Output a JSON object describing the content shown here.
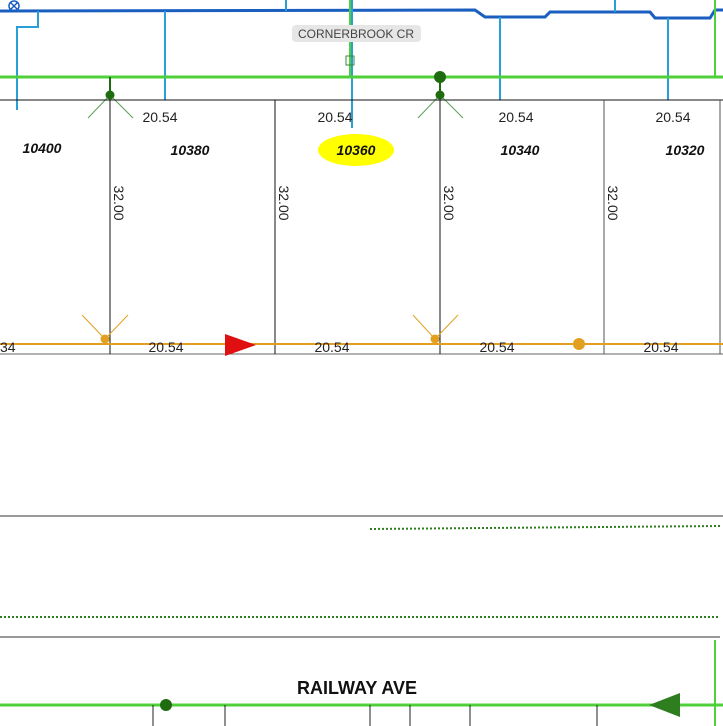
{
  "map": {
    "streets": {
      "top": "CORNERBROOK CR",
      "bottom": "RAILWAY AVE"
    },
    "lots": [
      {
        "number": "10400",
        "highlighted": false
      },
      {
        "number": "10380",
        "highlighted": false
      },
      {
        "number": "10360",
        "highlighted": true
      },
      {
        "number": "10340",
        "highlighted": false
      },
      {
        "number": "10320",
        "highlighted": false
      }
    ],
    "front_dimensions": [
      "20.54",
      "20.54",
      "20.54",
      "20.54"
    ],
    "side_dimensions": [
      "32.00",
      "32.00",
      "32.00",
      "32.00"
    ],
    "rear_dimensions": [
      "34",
      "20.54",
      "20.54",
      "20.54",
      "20.54"
    ],
    "colors": {
      "water": "#1a5fc0",
      "service": "#2a9fd6",
      "sewer": "#4fcf3a",
      "node": "#1e6b10",
      "gas": "#e3a020",
      "highlight": "#ffff00",
      "arrow_red": "#e01010",
      "arrow_green": "#2e7d1e"
    }
  }
}
